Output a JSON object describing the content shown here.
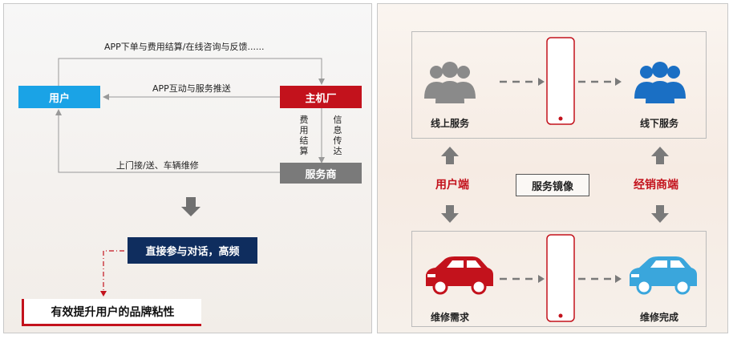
{
  "left": {
    "feedback_label": "APP下单与费用结算/在线咨询与反馈......",
    "interaction_label": "APP互动与服务推送",
    "user_box": "用户",
    "manufacturer_box": "主机厂",
    "fee_label": "费用结算",
    "info_label": "信息传达",
    "provider_box": "服务商",
    "door_label": "上门接/送、车辆维修",
    "direct_box": "直接参与对话，高频",
    "brand_box": "有效提升用户的品牌粘性"
  },
  "right": {
    "online_service": "线上服务",
    "offline_service": "线下服务",
    "user_end": "用户端",
    "mirror": "服务镜像",
    "dealer_end": "经销商端",
    "repair_need": "维修需求",
    "repair_done": "维修完成"
  },
  "colors": {
    "user_blue": "#1aa3e6",
    "brand_red": "#c3121c",
    "provider_gray": "#7a7a7a",
    "navy": "#0f2d5e",
    "icon_gray": "#8a8a8a",
    "icon_blue": "#1a6fc4",
    "car_blue": "#3aa6dc"
  }
}
